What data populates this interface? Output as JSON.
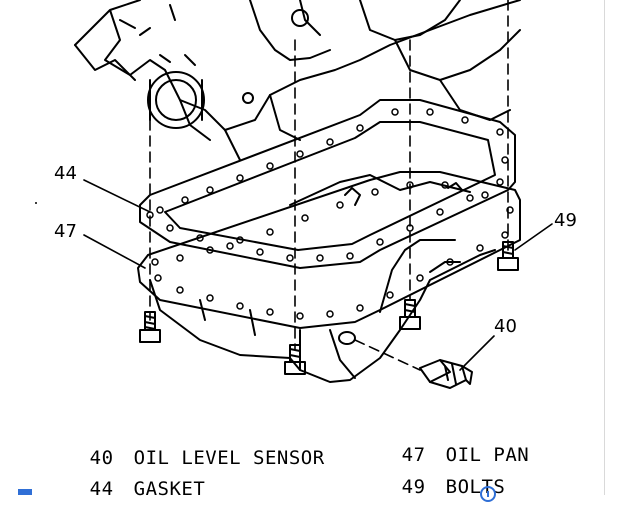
{
  "callouts": {
    "c44": "44",
    "c47": "47",
    "c49": "49",
    "c40": "40"
  },
  "legend": [
    {
      "num": "40",
      "label": "OIL LEVEL SENSOR"
    },
    {
      "num": "47",
      "label": "OIL PAN"
    },
    {
      "num": "44",
      "label": "GASKET"
    },
    {
      "num": "49",
      "label": "BOLTS"
    }
  ],
  "colors": {
    "line": "#000000",
    "accent": "#2f6fd6"
  },
  "icons": [
    "info-icon"
  ]
}
